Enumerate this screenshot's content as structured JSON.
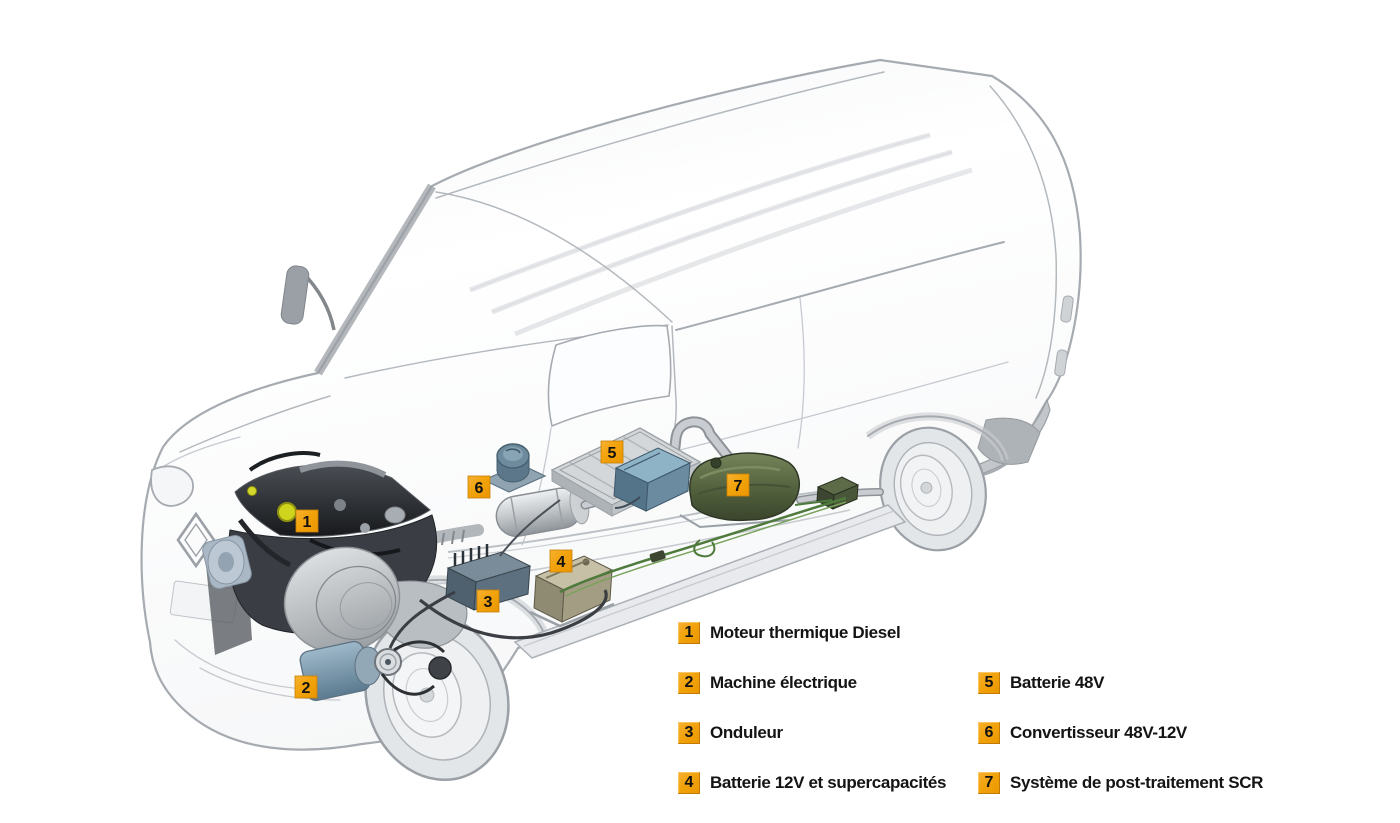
{
  "figure": {
    "components": [
      {
        "number": "1",
        "label": "Moteur thermique Diesel"
      },
      {
        "number": "2",
        "label": "Machine électrique"
      },
      {
        "number": "3",
        "label": "Onduleur"
      },
      {
        "number": "4",
        "label": "Batterie 12V et supercapacités"
      },
      {
        "number": "5",
        "label": "Batterie 48V"
      },
      {
        "number": "6",
        "label": "Convertisseur 48V-12V"
      },
      {
        "number": "7",
        "label": "Système de post-traitement SCR"
      }
    ]
  },
  "colors": {
    "background": "#FFFFFF",
    "marker_orange": "#F2A30B",
    "marker_orange_dark": "#C87F06",
    "marker_number": "#111111",
    "legend_text": "#141414",
    "ghost_outline": "#A6ABB1",
    "engine_dark": "#2E3236",
    "oil_cap_yellow": "#CFD41C",
    "battery48_module_blue": "#6F8FA3",
    "battery12_tan": "#C6C0A6",
    "scr_tank_green": "#55633F",
    "harness_green": "#4E7A3C",
    "exhaust_silver": "#B5BAC0"
  }
}
